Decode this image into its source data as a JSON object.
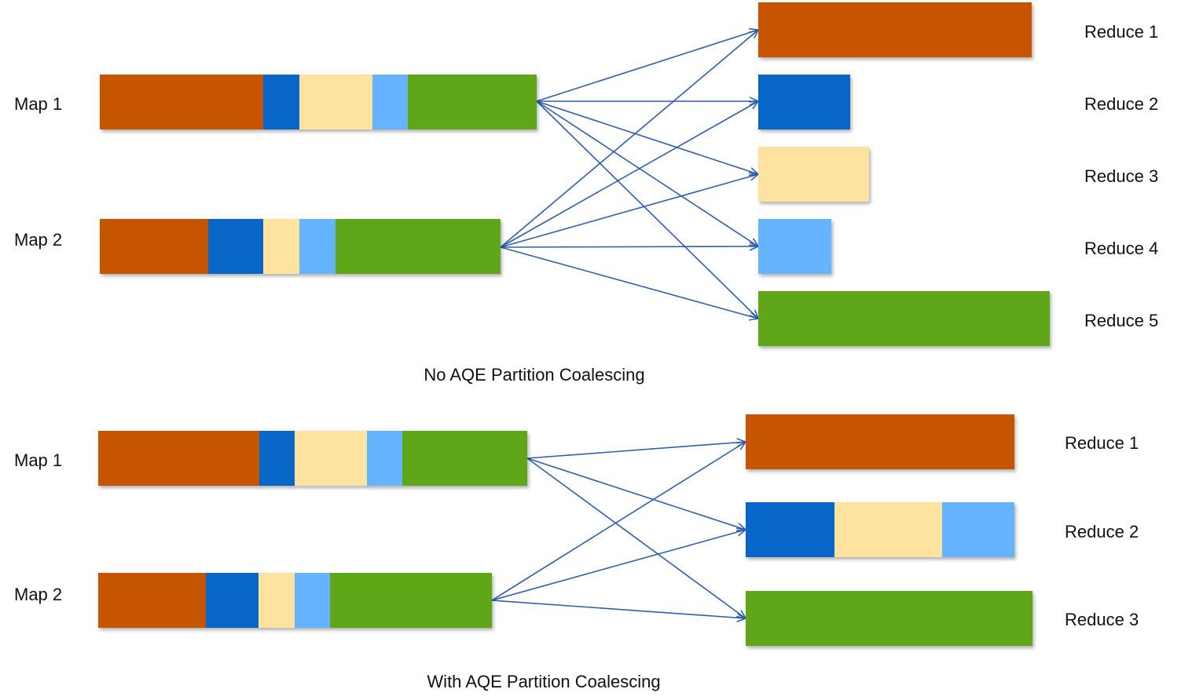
{
  "colors": {
    "orange": "#c75400",
    "blue": "#0866c8",
    "yellow": "#fde39f",
    "lightblue": "#66b3ff",
    "green": "#5fa619",
    "arrow": "#2f5fa8"
  },
  "top": {
    "caption": "No AQE Partition Coalescing",
    "maps": [
      {
        "label": "Map 1",
        "segments": [
          "orange",
          "blue",
          "yellow",
          "lightblue",
          "green"
        ]
      },
      {
        "label": "Map 2",
        "segments": [
          "orange",
          "blue",
          "yellow",
          "lightblue",
          "green"
        ]
      }
    ],
    "reduces": [
      {
        "label": "Reduce 1",
        "segments": [
          "orange"
        ]
      },
      {
        "label": "Reduce 2",
        "segments": [
          "blue"
        ]
      },
      {
        "label": "Reduce 3",
        "segments": [
          "yellow"
        ]
      },
      {
        "label": "Reduce 4",
        "segments": [
          "lightblue"
        ]
      },
      {
        "label": "Reduce 5",
        "segments": [
          "green"
        ]
      }
    ]
  },
  "bottom": {
    "caption": "With AQE Partition Coalescing",
    "maps": [
      {
        "label": "Map 1",
        "segments": [
          "orange",
          "blue",
          "yellow",
          "lightblue",
          "green"
        ]
      },
      {
        "label": "Map 2",
        "segments": [
          "orange",
          "blue",
          "yellow",
          "lightblue",
          "green"
        ]
      }
    ],
    "reduces": [
      {
        "label": "Reduce 1",
        "segments": [
          "orange"
        ]
      },
      {
        "label": "Reduce 2",
        "segments": [
          "blue",
          "yellow",
          "lightblue"
        ]
      },
      {
        "label": "Reduce 3",
        "segments": [
          "green"
        ]
      }
    ]
  }
}
